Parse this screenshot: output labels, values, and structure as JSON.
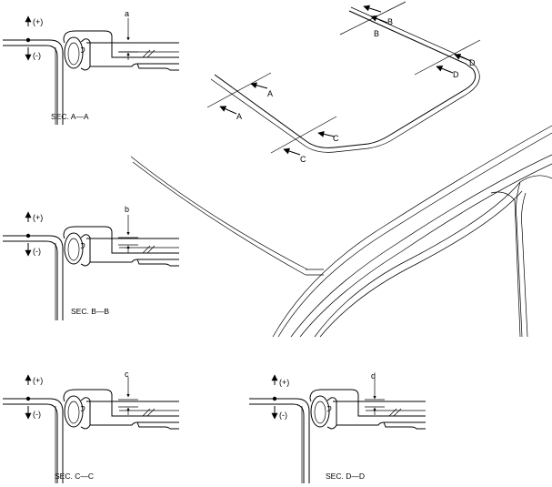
{
  "sections": [
    {
      "id": "A",
      "dimension": "a",
      "plus": "(+)",
      "minus": "(-)",
      "caption": "SEC. A—A"
    },
    {
      "id": "B",
      "dimension": "b",
      "plus": "(+)",
      "minus": "(-)",
      "caption": "SEC. B—B"
    },
    {
      "id": "C",
      "dimension": "c",
      "plus": "(+)",
      "minus": "(-)",
      "caption": "SEC. C—C"
    },
    {
      "id": "D",
      "dimension": "d",
      "plus": "(+)",
      "minus": "(-)",
      "caption": "SEC. D—D"
    }
  ],
  "overview": {
    "markers": [
      "A",
      "A",
      "B",
      "B",
      "C",
      "C",
      "D",
      "D"
    ]
  }
}
